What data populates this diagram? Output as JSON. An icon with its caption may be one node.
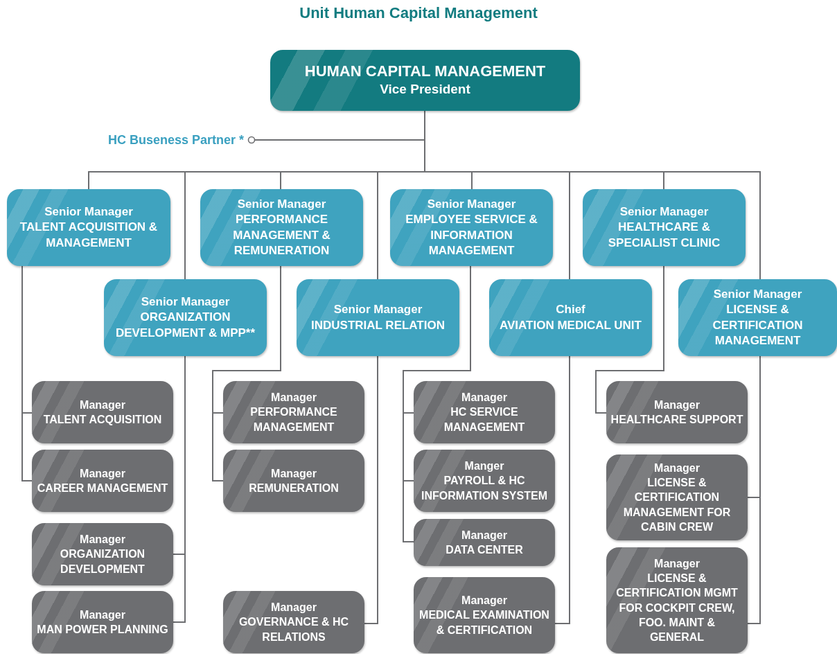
{
  "diagram": {
    "title": "Unit Human Capital Management",
    "nodes": [
      {
        "text": [
          "HUMAN CAPITAL MANAGEMENT",
          "Vice President"
        ]
      },
      {
        "text": [
          "HC Buseness Partner *"
        ]
      },
      {
        "text": [
          "Senior Manager",
          "TALENT ACQUISITION & MANAGEMENT"
        ]
      },
      {
        "text": [
          "Senior Manager",
          "PERFORMANCE MANAGEMENT & REMUNERATION"
        ]
      },
      {
        "text": [
          "Senior Manager",
          "EMPLOYEE SERVICE & INFORMATION MANAGEMENT"
        ]
      },
      {
        "text": [
          "Senior Manager",
          "HEALTHCARE & SPECIALIST CLINIC"
        ]
      },
      {
        "text": [
          "Senior Manager",
          "ORGANIZATION DEVELOPMENT & MPP**"
        ]
      },
      {
        "text": [
          "Senior Manager",
          "INDUSTRIAL RELATION"
        ]
      },
      {
        "text": [
          "Chief",
          "AVIATION MEDICAL UNIT"
        ]
      },
      {
        "text": [
          "Senior Manager",
          "LICENSE & CERTIFICATION MANAGEMENT"
        ]
      },
      {
        "text": [
          "Manager",
          "TALENT ACQUISITION"
        ]
      },
      {
        "text": [
          "Manager",
          "CAREER MANAGEMENT"
        ]
      },
      {
        "text": [
          "Manager",
          "ORGANIZATION DEVELOPMENT"
        ]
      },
      {
        "text": [
          "Manager",
          "MAN POWER PLANNING"
        ]
      },
      {
        "text": [
          "Manager",
          "PERFORMANCE MANAGEMENT"
        ]
      },
      {
        "text": [
          "Manager",
          "REMUNERATION"
        ]
      },
      {
        "text": [
          "Manager",
          "GOVERNANCE & HC RELATIONS"
        ]
      },
      {
        "text": [
          "Manager",
          "HC SERVICE MANAGEMENT"
        ]
      },
      {
        "text": [
          "Manger",
          "PAYROLL & HC INFORMATION SYSTEM"
        ]
      },
      {
        "text": [
          "Manager",
          "DATA CENTER"
        ]
      },
      {
        "text": [
          "Manager",
          "MEDICAL EXAMINATION & CERTIFICATION"
        ]
      },
      {
        "text": [
          "Manager",
          "HEALTHCARE SUPPORT"
        ]
      },
      {
        "text": [
          "Manager",
          "LICENSE & CERTIFICATION MANAGEMENT FOR CABIN CREW"
        ]
      },
      {
        "text": [
          "Manager",
          "LICENSE & CERTIFICATION MGMT FOR COCKPIT CREW, FOO. MAINT & GENERAL"
        ]
      }
    ],
    "edges": [
      {
        "from": 0,
        "to": 1,
        "arrow": "other"
      },
      {
        "from": 0,
        "to": 2,
        "arrow": "none"
      },
      {
        "from": 0,
        "to": 3,
        "arrow": "none"
      },
      {
        "from": 0,
        "to": 4,
        "arrow": "none"
      },
      {
        "from": 0,
        "to": 5,
        "arrow": "none"
      },
      {
        "from": 0,
        "to": 6,
        "arrow": "none"
      },
      {
        "from": 0,
        "to": 7,
        "arrow": "none"
      },
      {
        "from": 0,
        "to": 8,
        "arrow": "none"
      },
      {
        "from": 0,
        "to": 9,
        "arrow": "none"
      },
      {
        "from": 2,
        "to": 10,
        "arrow": "none"
      },
      {
        "from": 2,
        "to": 11,
        "arrow": "none"
      },
      {
        "from": 6,
        "to": 12,
        "arrow": "none"
      },
      {
        "from": 6,
        "to": 13,
        "arrow": "none"
      },
      {
        "from": 3,
        "to": 14,
        "arrow": "none"
      },
      {
        "from": 3,
        "to": 15,
        "arrow": "none"
      },
      {
        "from": 7,
        "to": 16,
        "arrow": "none"
      },
      {
        "from": 4,
        "to": 17,
        "arrow": "none"
      },
      {
        "from": 4,
        "to": 18,
        "arrow": "none"
      },
      {
        "from": 4,
        "to": 19,
        "arrow": "none"
      },
      {
        "from": 8,
        "to": 20,
        "arrow": "none"
      },
      {
        "from": 5,
        "to": 21,
        "arrow": "none"
      },
      {
        "from": 9,
        "to": 22,
        "arrow": "none"
      },
      {
        "from": 9,
        "to": 23,
        "arrow": "none"
      }
    ]
  }
}
